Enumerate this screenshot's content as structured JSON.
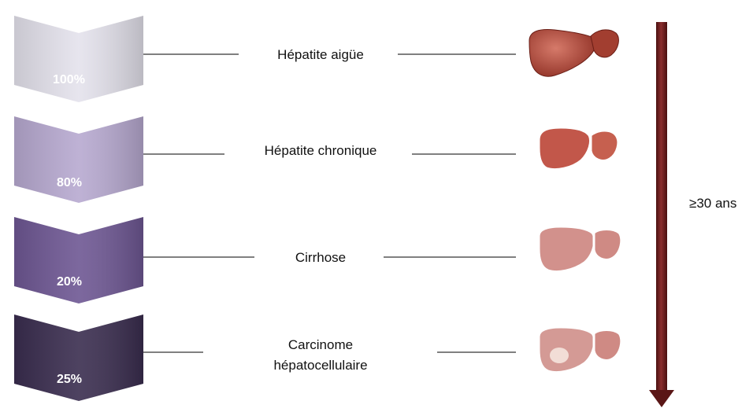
{
  "stages": [
    {
      "percent": "100%",
      "label_lines": [
        "Hépatite aigüe"
      ],
      "chevron_color": "#e4e2ec",
      "percent_color": "#ffffff",
      "liver": "liver-icon"
    },
    {
      "percent": "80%",
      "label_lines": [
        "Hépatite chronique"
      ],
      "chevron_color": "#b7a9d0",
      "percent_color": "#ffffff",
      "liver": "liver-icon"
    },
    {
      "percent": "20%",
      "label_lines": [
        "Cirrhose"
      ],
      "chevron_color": "#6e5793",
      "percent_color": "#ffffff",
      "liver": "liver-icon"
    },
    {
      "percent": "25%",
      "label_lines": [
        "Carcinome",
        "hépatocellulaire"
      ],
      "chevron_color": "#3a2d4f",
      "percent_color": "#ffffff",
      "liver": "liver-icon"
    }
  ],
  "timeline": {
    "label": "≥30 ans",
    "arrow_color": "#6b1e1e",
    "icon": "down-arrow-icon"
  }
}
